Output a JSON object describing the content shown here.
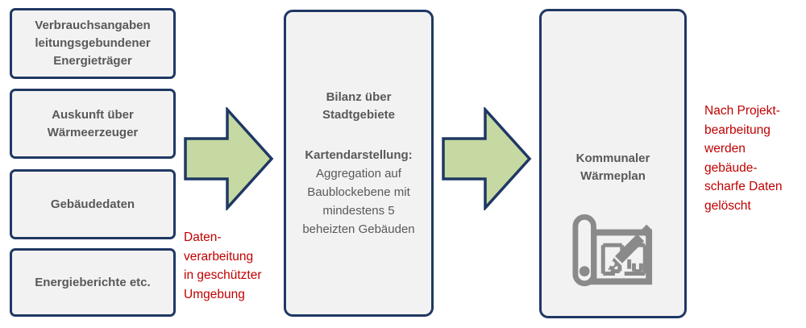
{
  "diagram": {
    "inputs": {
      "items": [
        {
          "label": "Verbrauchsangaben\nleitungsgebundener\nEnergieträger"
        },
        {
          "label": "Auskunft über\nWärmeerzeuger"
        },
        {
          "label": "Gebäudedaten"
        },
        {
          "label": "Energieberichte etc."
        }
      ]
    },
    "process": {
      "title": "Bilanz über\nStadtgebiete",
      "map_heading": "Kartendarstellung:",
      "map_body": "Aggregation auf\nBaublockebene mit\nmindestens 5\nbeheizten Gebäuden"
    },
    "output": {
      "title": "Kommunaler\nWärmeplan",
      "icon": "blueprint-pencil-icon"
    },
    "notes": {
      "left": "Daten-\nverarbeitung\nin geschützter\nUmgebung",
      "right": "Nach Projekt-\nbearbeitung\nwerden\ngebäude-\nscharfe Daten\ngelöscht"
    },
    "arrows": [
      "flow-arrow-1",
      "flow-arrow-2"
    ],
    "colors": {
      "box_border": "#1f3864",
      "box_fill": "#f2f2f2",
      "arrow_fill": "#c7d9a2",
      "text": "#595959",
      "note_red": "#c00000",
      "icon_gray": "#8a8a8a",
      "background": "#ffffff"
    }
  }
}
